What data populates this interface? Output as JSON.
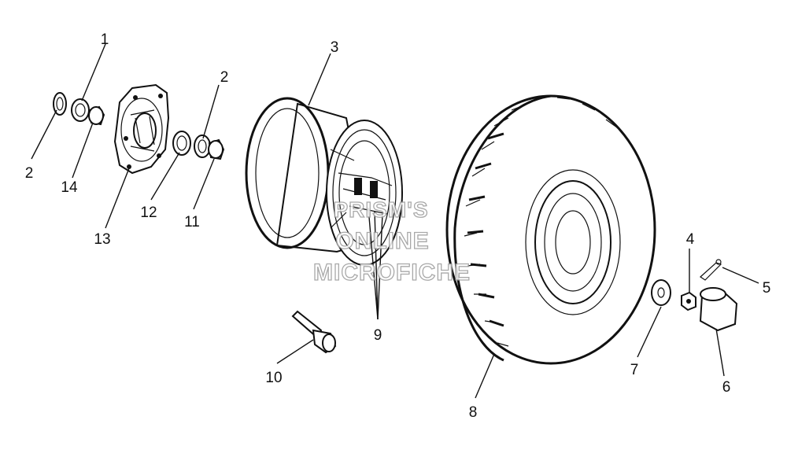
{
  "callouts": {
    "c1": "1",
    "c2a": "2",
    "c2b": "2",
    "c3": "3",
    "c4": "4",
    "c5": "5",
    "c6": "6",
    "c7": "7",
    "c8": "8",
    "c9": "9",
    "c10": "10",
    "c11": "11",
    "c12": "12",
    "c13": "13",
    "c14": "14"
  },
  "watermark": {
    "line1": "PRISM'S",
    "line2": "ONLINE",
    "line3": "MICROFICHE"
  }
}
